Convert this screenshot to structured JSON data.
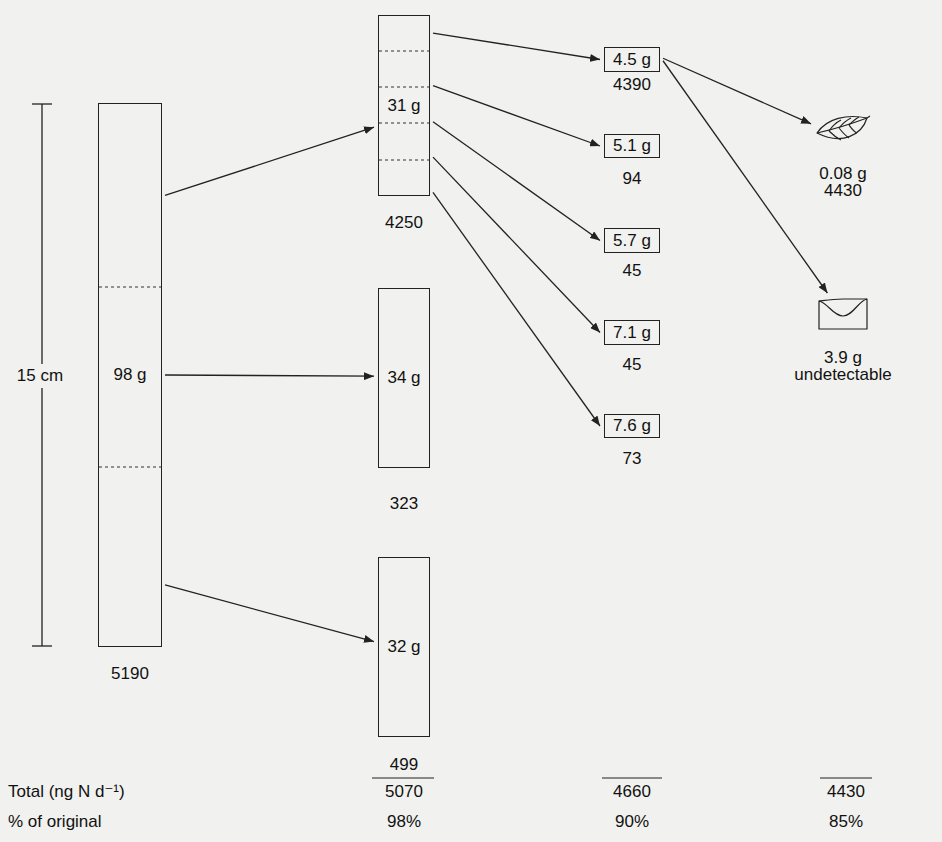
{
  "diagram": {
    "nodes": [
      {
        "text": [
          "98 g",
          "5190"
        ]
      },
      {
        "text": [
          "31 g",
          "4250"
        ]
      },
      {
        "text": [
          "34 g",
          "323"
        ]
      },
      {
        "text": [
          "32 g",
          "499"
        ]
      },
      {
        "text": [
          "4.5 g",
          "4390"
        ]
      },
      {
        "text": [
          "5.1 g",
          "94"
        ]
      },
      {
        "text": [
          "5.7 g",
          "45"
        ]
      },
      {
        "text": [
          "7.1 g",
          "45"
        ]
      },
      {
        "text": [
          "7.6 g",
          "73"
        ]
      },
      {
        "text": [
          "0.08 g",
          "4430"
        ]
      },
      {
        "text": [
          "3.9 g",
          "undetectable"
        ]
      }
    ],
    "edges": [
      {
        "from": 0,
        "to": 1,
        "arrow": "to"
      },
      {
        "from": 0,
        "to": 2,
        "arrow": "to"
      },
      {
        "from": 0,
        "to": 3,
        "arrow": "to"
      },
      {
        "from": 1,
        "to": 4,
        "arrow": "to"
      },
      {
        "from": 1,
        "to": 5,
        "arrow": "to"
      },
      {
        "from": 1,
        "to": 6,
        "arrow": "to"
      },
      {
        "from": 1,
        "to": 7,
        "arrow": "to"
      },
      {
        "from": 1,
        "to": 8,
        "arrow": "to"
      },
      {
        "from": 4,
        "to": 9,
        "arrow": "to"
      },
      {
        "from": 4,
        "to": 10,
        "arrow": "to"
      }
    ],
    "labels": [
      "15 cm",
      "Total (ng N d⁻¹)",
      "5070",
      "4660",
      "4430",
      "% of original",
      "98%",
      "90%",
      "85%"
    ]
  }
}
